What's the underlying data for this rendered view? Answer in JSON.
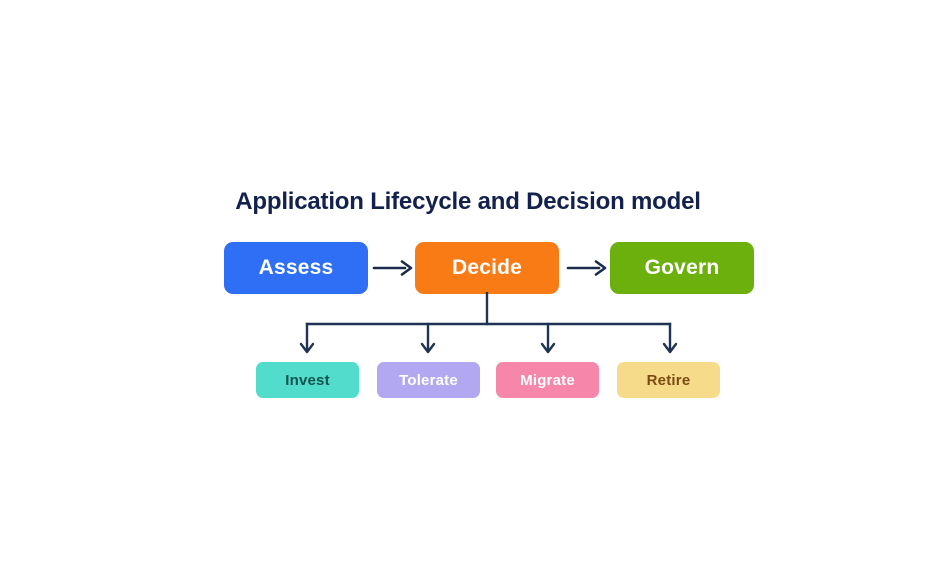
{
  "diagram": {
    "title": "Application Lifecycle and Decision model",
    "title_color": "#12214e",
    "background_color": "#ffffff",
    "connector_color": "#1f3354",
    "arrow_color": "#1b2b4b",
    "stages": [
      {
        "label": "Assess",
        "bg": "#2f6ff5",
        "fg": "#ffffff",
        "icon": "stage-box-assess"
      },
      {
        "label": "Decide",
        "bg": "#f97b16",
        "fg": "#ffffff",
        "icon": "stage-box-decide"
      },
      {
        "label": "Govern",
        "bg": "#6bb00c",
        "fg": "#ffffff",
        "icon": "stage-box-govern"
      }
    ],
    "flow_arrows": [
      {
        "icon": "right-arrow-icon",
        "from": "Assess",
        "to": "Decide"
      },
      {
        "icon": "right-arrow-icon",
        "from": "Decide",
        "to": "Govern"
      }
    ],
    "branch_source": "Decide",
    "outcomes": [
      {
        "label": "Invest",
        "bg": "#52dccc",
        "fg": "#13524f",
        "icon": "outcome-box-invest"
      },
      {
        "label": "Tolerate",
        "bg": "#b2a8f2",
        "fg": "#ffffff",
        "icon": "outcome-box-tolerate"
      },
      {
        "label": "Migrate",
        "bg": "#f687ab",
        "fg": "#ffffff",
        "icon": "outcome-box-migrate"
      },
      {
        "label": "Retire",
        "bg": "#f6dc8a",
        "fg": "#7a4a12",
        "icon": "outcome-box-retire"
      }
    ]
  }
}
